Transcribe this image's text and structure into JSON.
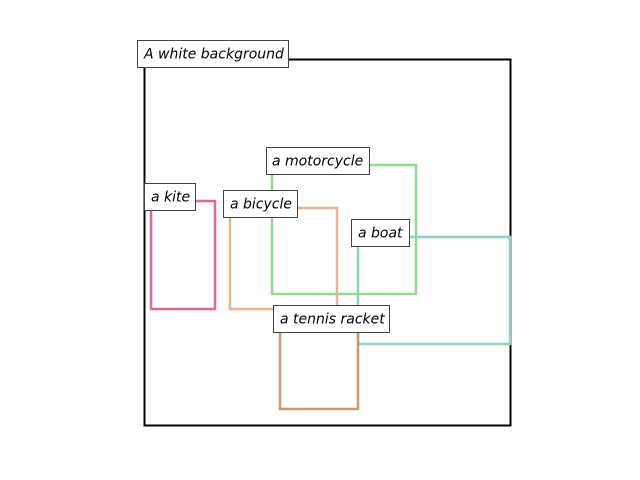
{
  "canvas": {
    "label": "A white background",
    "border_color": "#000000"
  },
  "regions": [
    {
      "label": "a motorcycle",
      "color": "#8fdc8f"
    },
    {
      "label": "a kite",
      "color": "#e06c94"
    },
    {
      "label": "a bicycle",
      "color": "#e3b496"
    },
    {
      "label": "a boat",
      "color": "#8ed1c6"
    },
    {
      "label": "a tennis racket",
      "color": "#c49a74"
    }
  ]
}
